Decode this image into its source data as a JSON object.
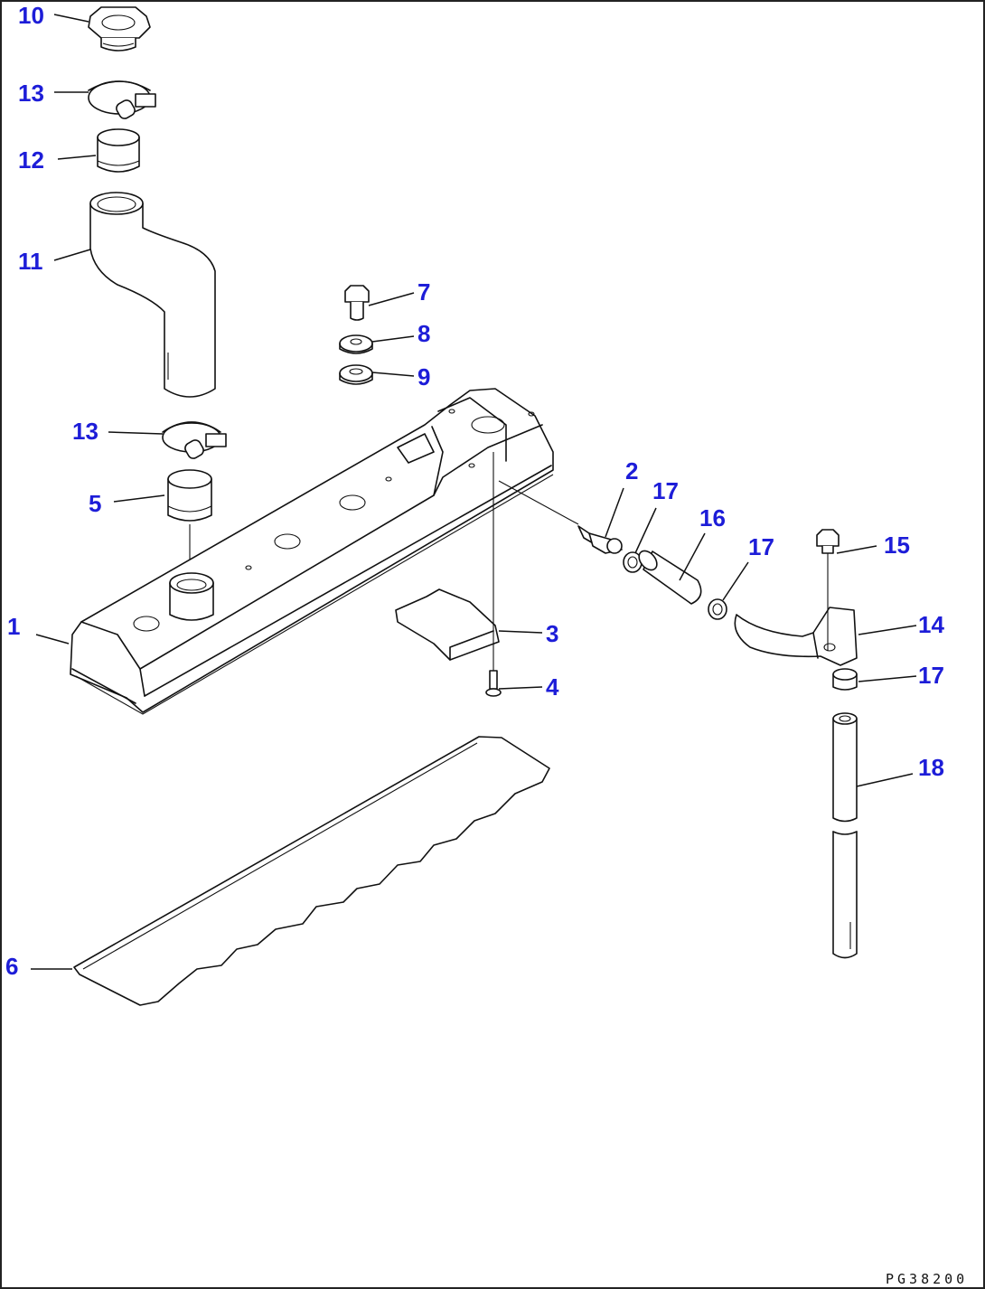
{
  "callouts": {
    "c1": "1",
    "c2": "2",
    "c3": "3",
    "c4": "4",
    "c5": "5",
    "c6": "6",
    "c7": "7",
    "c8": "8",
    "c9": "9",
    "c10": "10",
    "c11": "11",
    "c12": "12",
    "c13a": "13",
    "c13b": "13",
    "c14": "14",
    "c15": "15",
    "c16": "16",
    "c17a": "17",
    "c17b": "17",
    "c17c": "17",
    "c18": "18"
  },
  "drawing_code": "PG38200",
  "colors": {
    "callout": "#1d1dd8",
    "line": "#111111",
    "background": "#ffffff"
  }
}
